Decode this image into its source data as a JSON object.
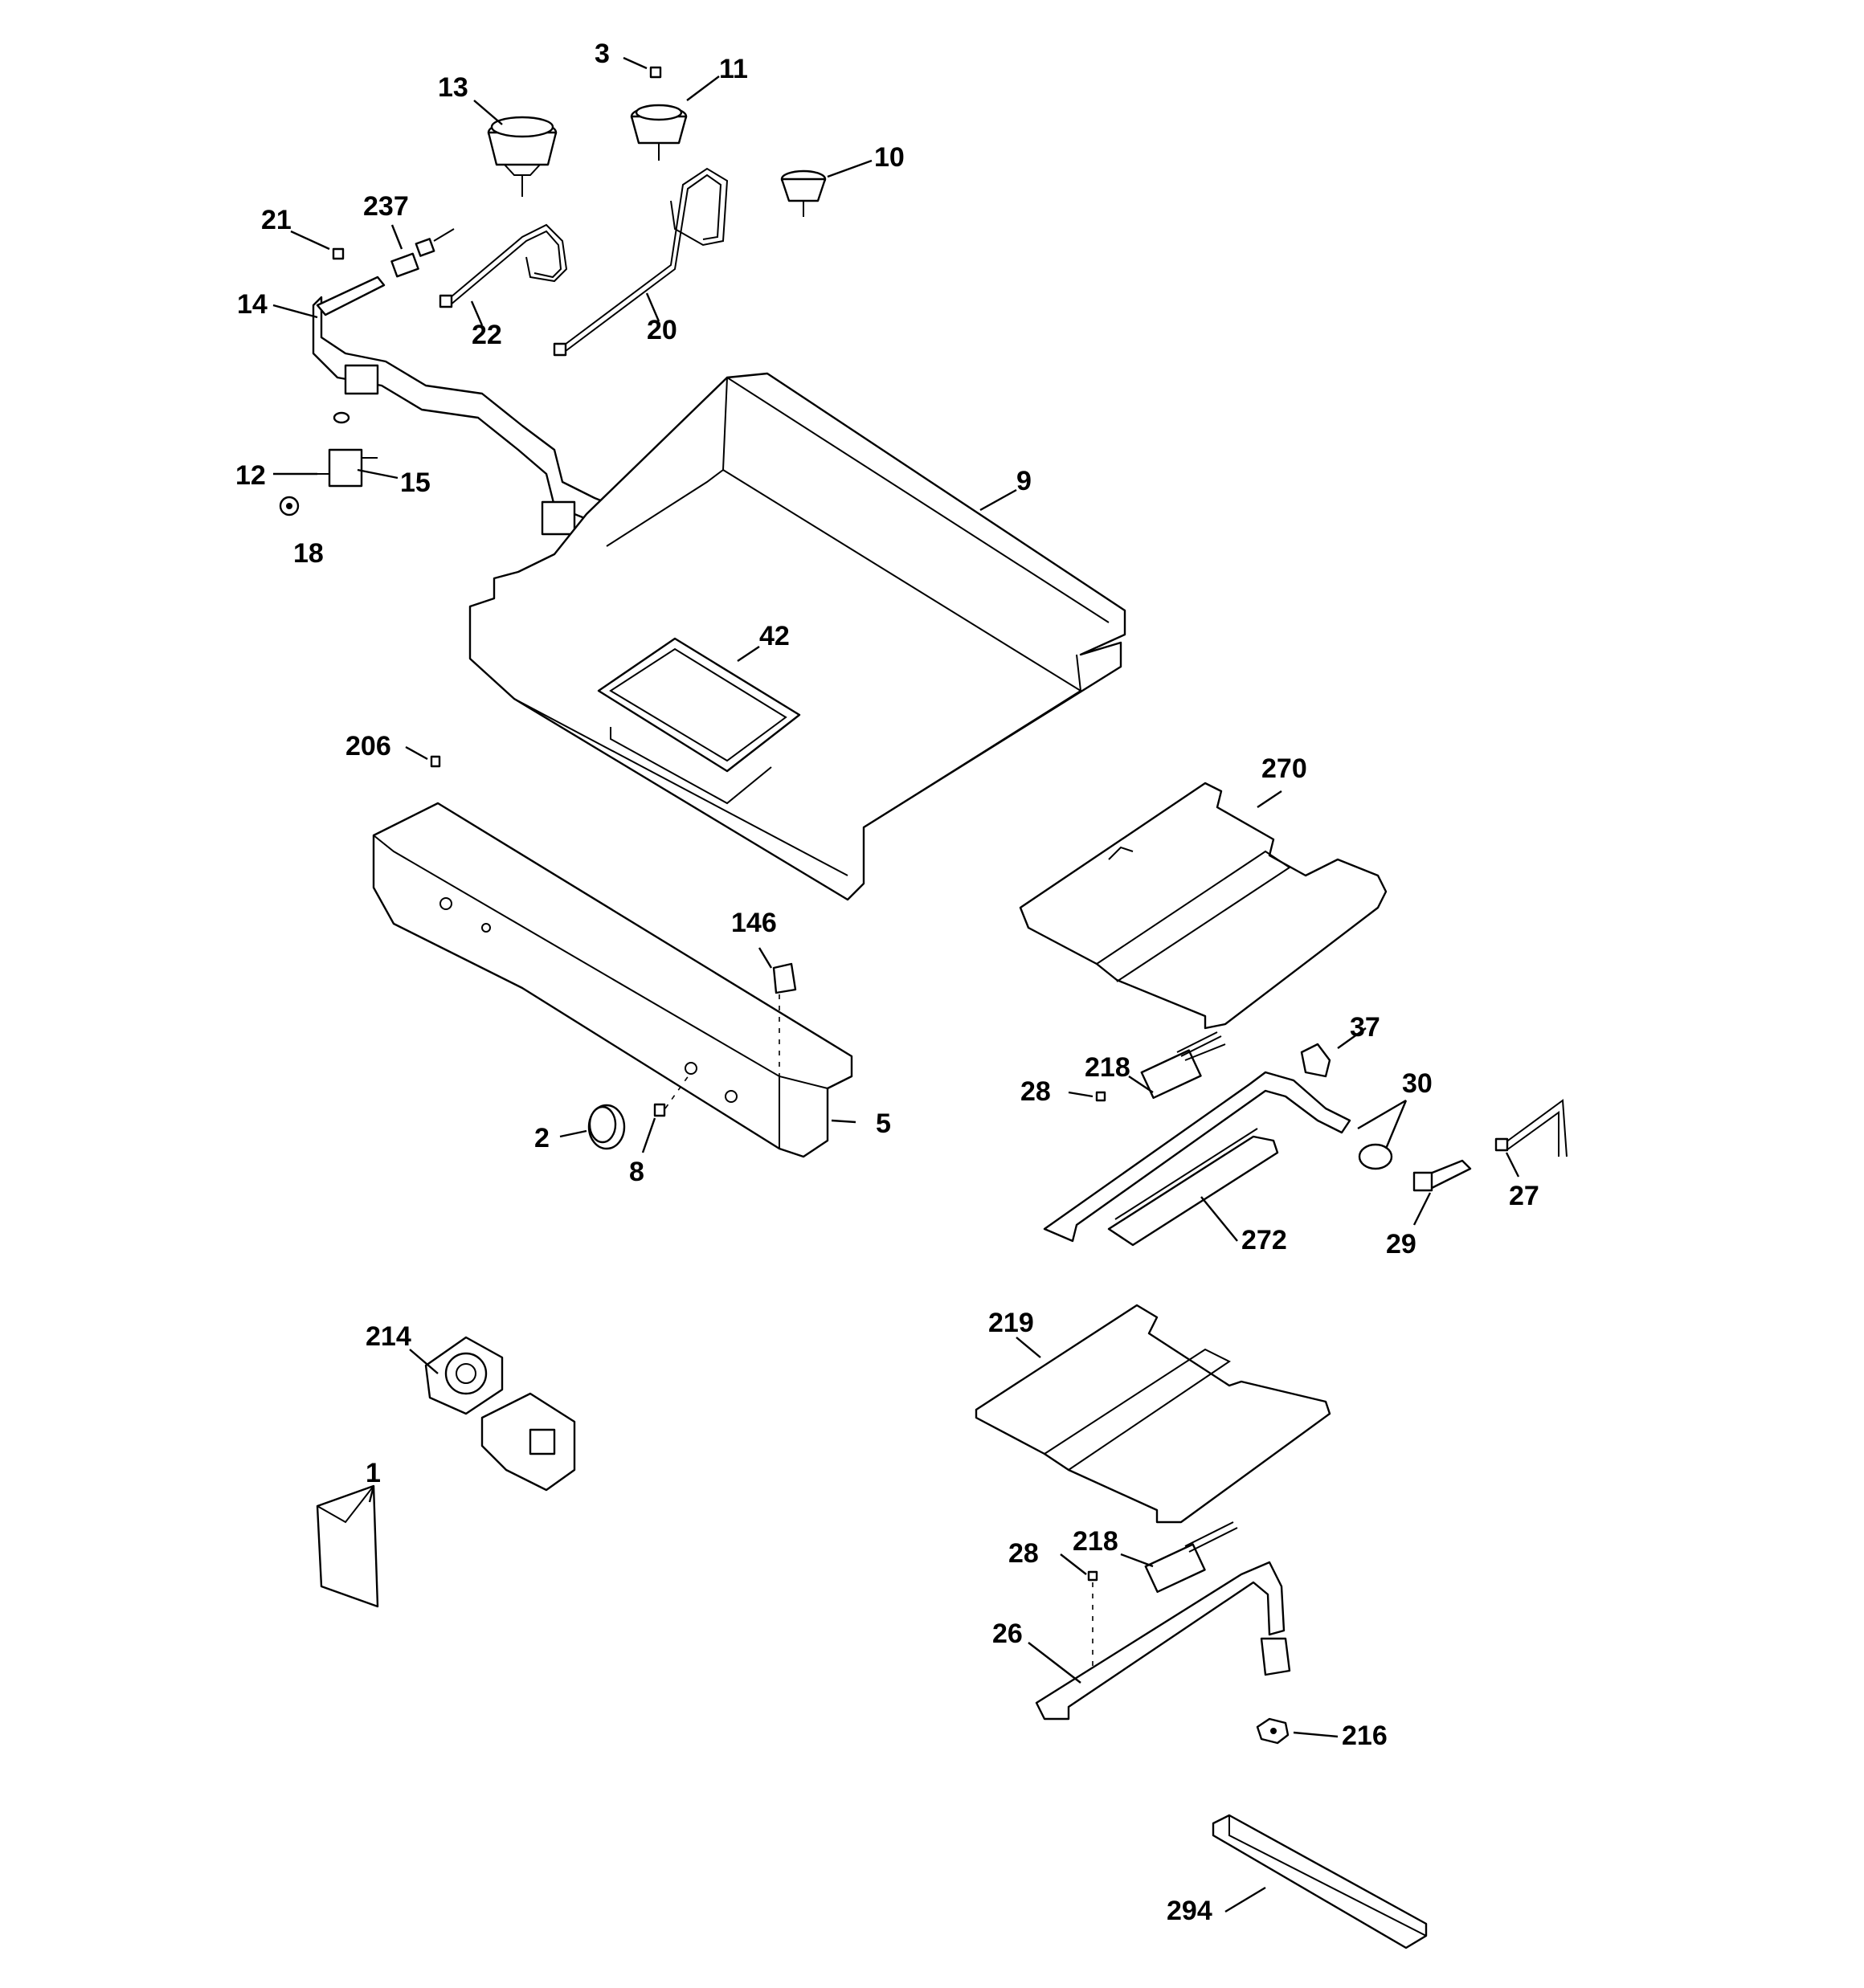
{
  "diagram": {
    "part_numbers": {
      "p1": "1",
      "p2": "2",
      "p3": "3",
      "p5": "5",
      "p8": "8",
      "p9": "9",
      "p10": "10",
      "p11": "11",
      "p12": "12",
      "p13": "13",
      "p14": "14",
      "p15": "15",
      "p18": "18",
      "p20": "20",
      "p21": "21",
      "p22": "22",
      "p26": "26",
      "p27": "27",
      "p28a": "28",
      "p28b": "28",
      "p29": "29",
      "p30": "30",
      "p37": "37",
      "p42": "42",
      "p146": "146",
      "p206": "206",
      "p214": "214",
      "p216": "216",
      "p218a": "218",
      "p218b": "218",
      "p219": "219",
      "p237": "237",
      "p270": "270",
      "p272": "272",
      "p294": "294"
    }
  }
}
